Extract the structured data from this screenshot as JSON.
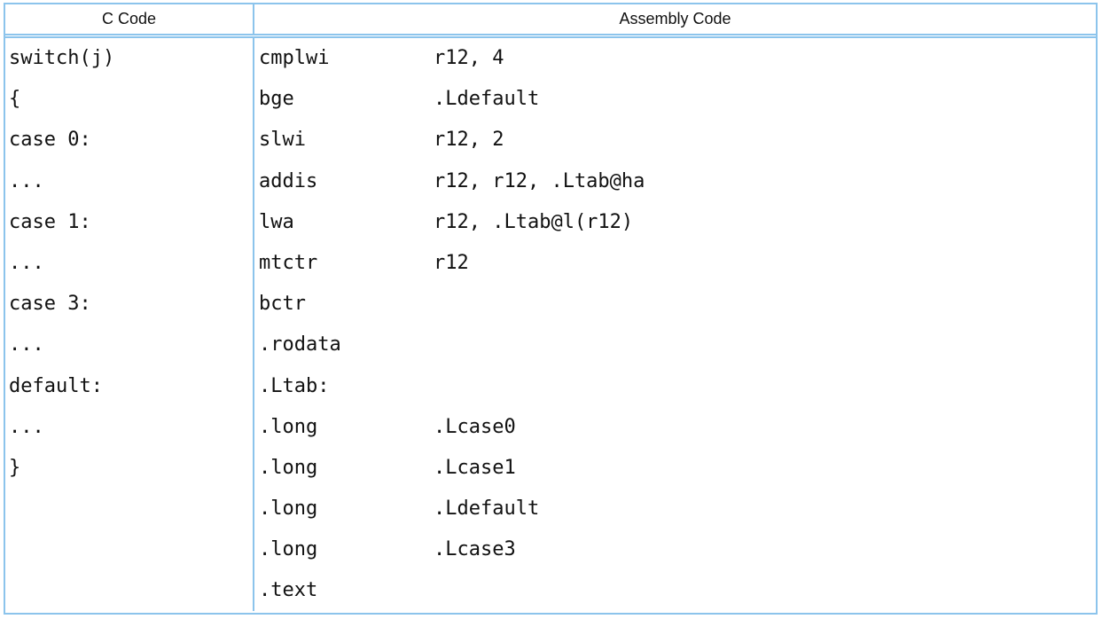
{
  "table": {
    "header": {
      "c_code": "C Code",
      "assembly_code": "Assembly Code"
    },
    "c_lines": [
      "switch(j)",
      "{",
      "case 0:",
      "...",
      "case 1:",
      "...",
      "case 3:",
      "...",
      "default:",
      "...",
      "}"
    ],
    "asm_lines": [
      {
        "op": "cmplwi",
        "args": "r12, 4"
      },
      {
        "op": "bge",
        "args": ".Ldefault"
      },
      {
        "op": "slwi",
        "args": "r12, 2"
      },
      {
        "op": "addis",
        "args": "r12, r12, .Ltab@ha"
      },
      {
        "op": "lwa",
        "args": "r12, .Ltab@l(r12)"
      },
      {
        "op": "mtctr",
        "args": "r12"
      },
      {
        "op": "bctr",
        "args": ""
      },
      {
        "op": ".rodata",
        "args": ""
      },
      {
        "op": ".Ltab:",
        "args": ""
      },
      {
        "op": ".long",
        "args": ".Lcase0"
      },
      {
        "op": ".long",
        "args": ".Lcase1"
      },
      {
        "op": ".long",
        "args": ".Ldefault"
      },
      {
        "op": ".long",
        "args": ".Lcase3"
      },
      {
        "op": ".text",
        "args": ""
      }
    ]
  },
  "colors": {
    "border": "#8cc4ec",
    "text": "#111111"
  }
}
